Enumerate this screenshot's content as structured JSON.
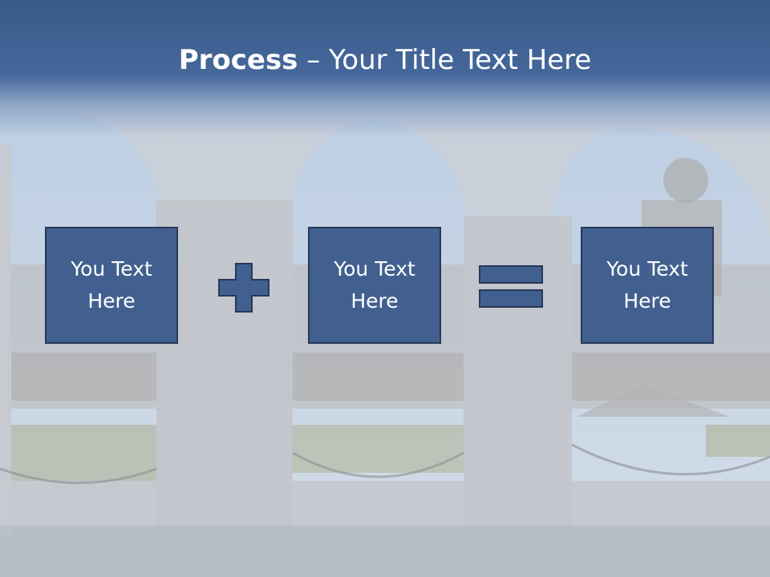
{
  "slide": {
    "title_bold": "Process",
    "title_rest": " – Your Title Text Here",
    "boxes": [
      {
        "text": "You Text\nHere"
      },
      {
        "text": "You Text\nHere"
      },
      {
        "text": "You Text\nHere"
      }
    ],
    "operators": [
      "plus-icon",
      "equals-icon"
    ]
  },
  "colors": {
    "title_band": "#3a5a88",
    "box_fill": "#41608f",
    "box_border": "#26395a",
    "operator_fill": "#41608f",
    "text": "#ffffff"
  }
}
